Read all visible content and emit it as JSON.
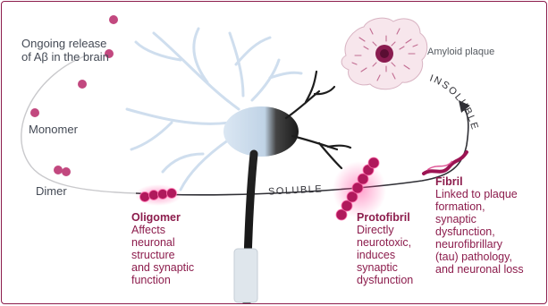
{
  "labels": {
    "release": "Ongoing release\nof Aβ in the brain",
    "monomer": "Monomer",
    "dimer": "Dimer",
    "plaque": "Amyloid plaque",
    "soluble": "SOLUBLE",
    "insoluble": "INSOLUBLE"
  },
  "stages": {
    "oligomer": {
      "title": "Oligomer",
      "desc": "Affects\nneuronal\nstructure\nand synaptic\nfunction"
    },
    "protofibril": {
      "title": "Protofibril",
      "desc": "Directly\nneurotoxic,\ninduces\nsynaptic\ndysfunction"
    },
    "fibril": {
      "title": "Fibril",
      "desc": "Linked to plaque\nformation,\nsynaptic\ndysfunction,\nneurofibrillary\n(tau) pathology,\nand neuronal loss"
    }
  },
  "colors": {
    "accent": "#8c1c4c",
    "bead": "#c2487f",
    "neuron_light": "#c5d6e8",
    "neuron_dark": "#1a1a1a",
    "plaque_fill": "#f7e6ec"
  }
}
